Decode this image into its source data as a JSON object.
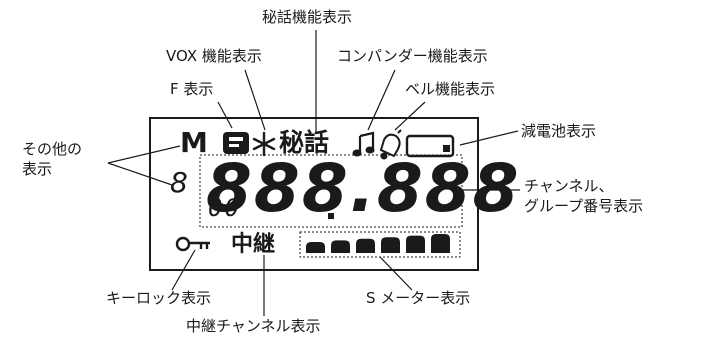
{
  "labels": {
    "hisoku": "秘話機能表示",
    "vox": "VOX 機能表示",
    "compander": "コンパンダー機能表示",
    "f": "F 表示",
    "bell": "ベル機能表示",
    "battery": "減電池表示",
    "other_line1": "その他の",
    "other_line2": "表示",
    "channel_line1": "チャンネル、",
    "channel_line2": "グループ番号表示",
    "key_lock": "キーロック表示",
    "s_meter": "S メーター表示",
    "relay": "中継チャンネル表示"
  },
  "lcd": {
    "m_symbol": "M",
    "hisoku_text": "秘話",
    "relay_text": "中継",
    "small_digit": "8",
    "main_digits": "888.888",
    "sub_digits": "00"
  },
  "s_meter_levels": 6,
  "colors": {
    "ink": "#1a1a1a",
    "background": "#ffffff"
  },
  "icons": {
    "f": "f-box-icon",
    "vox": "asterisk-icon",
    "compander": "music-note-icon",
    "bell": "bell-icon",
    "battery": "battery-icon",
    "key": "key-icon"
  }
}
